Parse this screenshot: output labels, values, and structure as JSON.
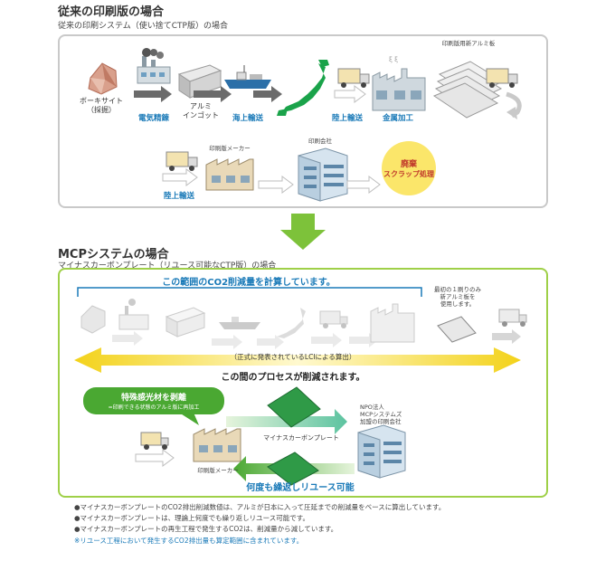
{
  "section1": {
    "title": "従来の印刷版の場合",
    "subtitle": "従来の印刷システム（使い捨てCTP版）の場合",
    "steps": {
      "bauxite": "ボーキサイト",
      "mining": "（採掘）",
      "electro": "電気精錬",
      "ingot_1": "アルミ",
      "ingot_2": "インゴット",
      "sea": "海上輸送",
      "land1": "陸上輸送",
      "metal": "金属加工",
      "new_plate": "印刷版用新アルミ板",
      "land2": "陸上輸送",
      "plate_maker": "印刷版メーカー",
      "printer": "印刷会社",
      "scrap_1": "廃棄",
      "scrap_2": "スクラップ処理"
    }
  },
  "section2": {
    "title": "MCPシステムの場合",
    "subtitle": "マイナスカーボンプレート（リユース可能なCTP版）の場合",
    "calc_range": "この範囲のCO2削減量を計算しています。",
    "first_use_1": "最初の１刷りのみ",
    "first_use_2": "新アルミ板を",
    "first_use_3": "使用します。",
    "lci": "（正式に発表されているLCIによる算出）",
    "reduced": "この間のプロセスが削減されます。",
    "special_1": "特殊感光材を剥離",
    "special_2": "=印刷できる状態のアルミ版に再加工",
    "mcp_plate": "マイナスカーボンプレート",
    "npo_1": "NPO法人",
    "npo_2": "MCPシステムズ",
    "npo_3": "加盟の印刷会社",
    "plate_maker": "印刷版メーカー",
    "reuse": "何度も繰返しリユース可能"
  },
  "notes": [
    "●マイナスカーボンプレートのCO2排出削減数値は、アルミが日本に入って圧延までの削減量をベースに算出しています。",
    "●マイナスカーボンプレートは、理論上何度でも繰り返しリユース可能です。",
    "●マイナスカーボンプレートの再生工程で発生するCO2は、削減量から減しています。"
  ],
  "note_blue": "※リユース工程において発生するCO2排出量も算定範囲に含まれています。",
  "colors": {
    "blue": "#1a7ab8",
    "green": "#4aa832",
    "arrow_green": "#7dc23a",
    "yellow": "#f3d21a",
    "box1_border": "#c9c9c9",
    "box2_border": "#9fd048"
  }
}
